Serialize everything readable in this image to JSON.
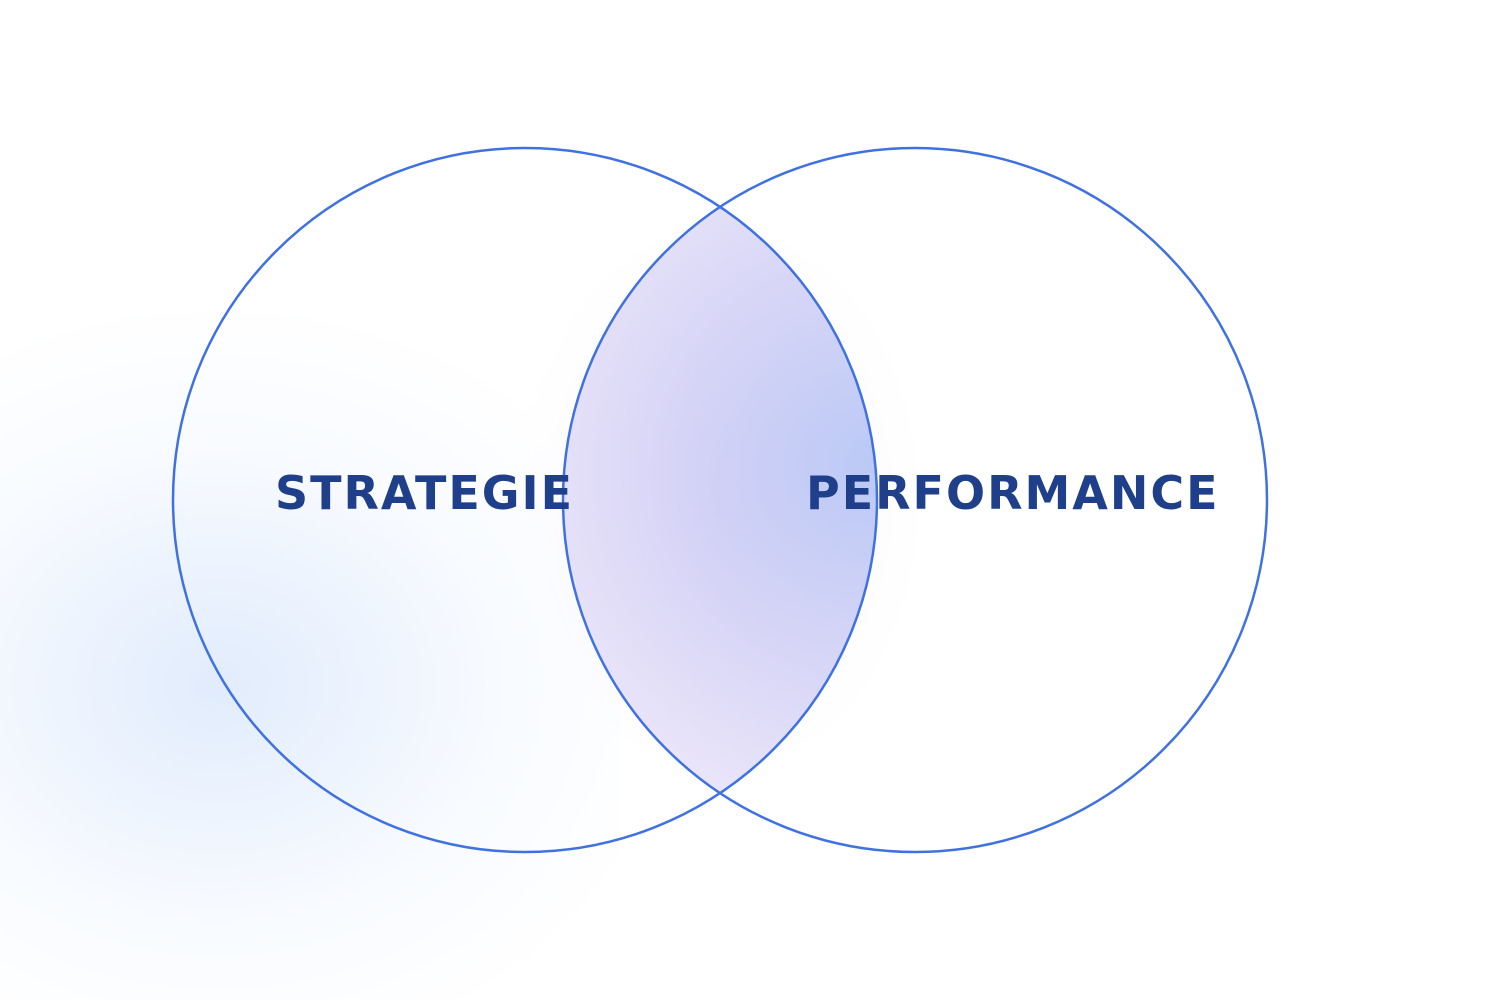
{
  "diagram": {
    "type": "venn",
    "sets": [
      {
        "label": "STRATEGIE"
      },
      {
        "label": "PERFORMANCE"
      }
    ],
    "colors": {
      "stroke": "#3f72e0",
      "text": "#1f3f8a",
      "overlap": "#b3c3f5",
      "overlap_pink": "#e8c8ef"
    }
  }
}
